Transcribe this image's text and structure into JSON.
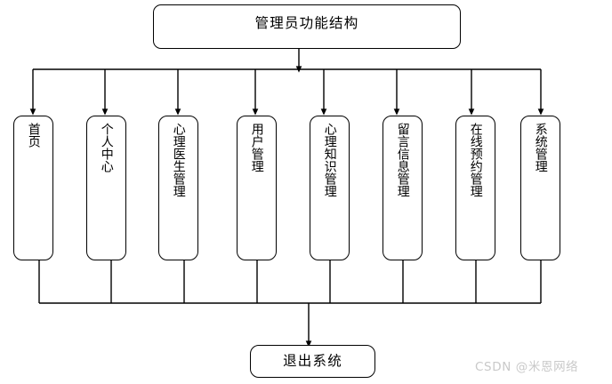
{
  "diagram": {
    "title": "管理员功能结构",
    "root": {
      "label": "管理员功能结构"
    },
    "leaves": [
      {
        "label": "首页"
      },
      {
        "label": "个人中心"
      },
      {
        "label": "心理医生管理"
      },
      {
        "label": "用户管理"
      },
      {
        "label": "心理知识管理"
      },
      {
        "label": "留言信息管理"
      },
      {
        "label": "在线预约管理"
      },
      {
        "label": "系统管理"
      }
    ],
    "exit": {
      "label": "退出系统"
    },
    "watermark": "CSDN @米恩网络",
    "colors": {
      "stroke": "#000000",
      "fill": "#ffffff",
      "watermark": "#c9c9c9"
    }
  }
}
